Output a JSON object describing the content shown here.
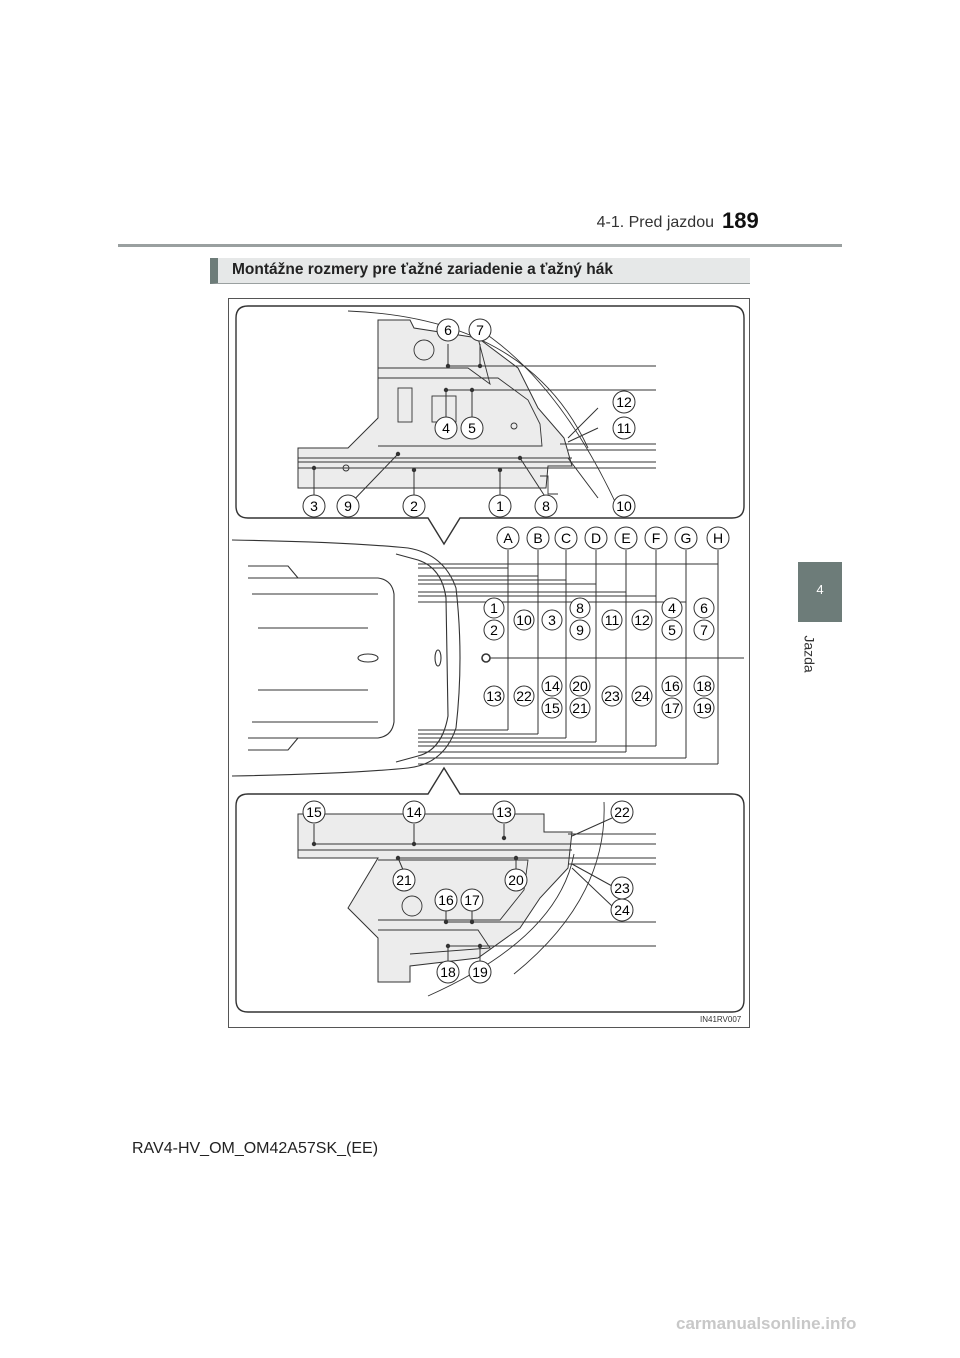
{
  "header": {
    "section_title": "4-1. Pred jazdou",
    "page_number": "189"
  },
  "side_tab": {
    "chapter_number": "4",
    "chapter_label": "Jazda"
  },
  "section": {
    "title": "Montážne rozmery pre ťažné zariadenie a ťažný hák"
  },
  "figure": {
    "code": "IN41RV007",
    "top_callouts": {
      "pair_a": [
        "6",
        "7"
      ],
      "pair_b": [
        "4",
        "5"
      ],
      "right": [
        "12",
        "11",
        "10"
      ],
      "bottom": [
        "3",
        "9",
        "2",
        "1",
        "8"
      ]
    },
    "columns": [
      "A",
      "B",
      "C",
      "D",
      "E",
      "F",
      "G",
      "H"
    ],
    "upper_row": [
      [
        "1",
        "2"
      ],
      [
        "10"
      ],
      [
        "3"
      ],
      [
        "8",
        "9"
      ],
      [
        "11"
      ],
      [
        "12"
      ],
      [
        "4",
        "5"
      ],
      [
        "6",
        "7"
      ]
    ],
    "lower_row": [
      [
        "13"
      ],
      [
        "22"
      ],
      [
        "14",
        "15"
      ],
      [
        "20",
        "21"
      ],
      [
        "23"
      ],
      [
        "24"
      ],
      [
        "16",
        "17"
      ],
      [
        "18",
        "19"
      ]
    ],
    "bottom_callouts": {
      "top_row": [
        "15",
        "14",
        "13",
        "22"
      ],
      "mid": [
        "21",
        "20"
      ],
      "pair_a": [
        "16",
        "17"
      ],
      "pair_b": [
        "18",
        "19"
      ],
      "right": [
        "23",
        "24"
      ]
    }
  },
  "footer": {
    "document_code": "RAV4-HV_OM_OM42A57SK_(EE)"
  },
  "watermark": "carmanualsonline.info"
}
